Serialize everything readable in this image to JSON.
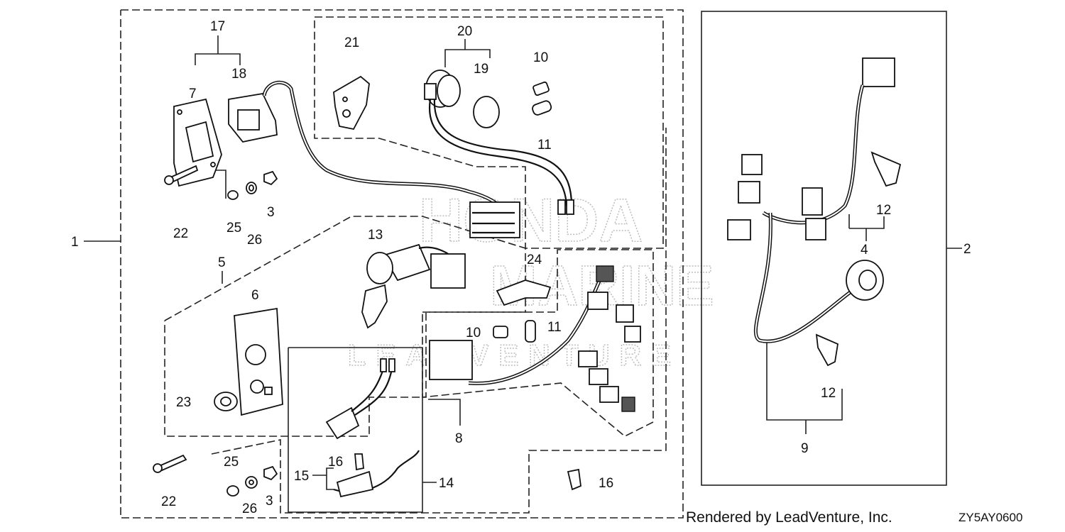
{
  "labels": {
    "l1": "1",
    "l2": "2",
    "l3a": "3",
    "l3b": "3",
    "l4": "4",
    "l5": "5",
    "l6": "6",
    "l7": "7",
    "l8": "8",
    "l9": "9",
    "l10a": "10",
    "l10b": "10",
    "l11a": "11",
    "l11b": "11",
    "l12a": "12",
    "l12b": "12",
    "l13": "13",
    "l14": "14",
    "l15": "15",
    "l16a": "16",
    "l16b": "16",
    "l17": "17",
    "l18": "18",
    "l19": "19",
    "l20": "20",
    "l21": "21",
    "l22a": "22",
    "l22b": "22",
    "l23": "23",
    "l24": "24",
    "l25a": "25",
    "l25b": "25",
    "l26a": "26",
    "l26b": "26"
  },
  "watermark": {
    "line1": "HONDA",
    "line2": "MARINE",
    "line3": "LEADVENTURE"
  },
  "footer": {
    "rendered_by": "Rendered by LeadVenture, Inc.",
    "diagram_code": "ZY5AY0600"
  }
}
